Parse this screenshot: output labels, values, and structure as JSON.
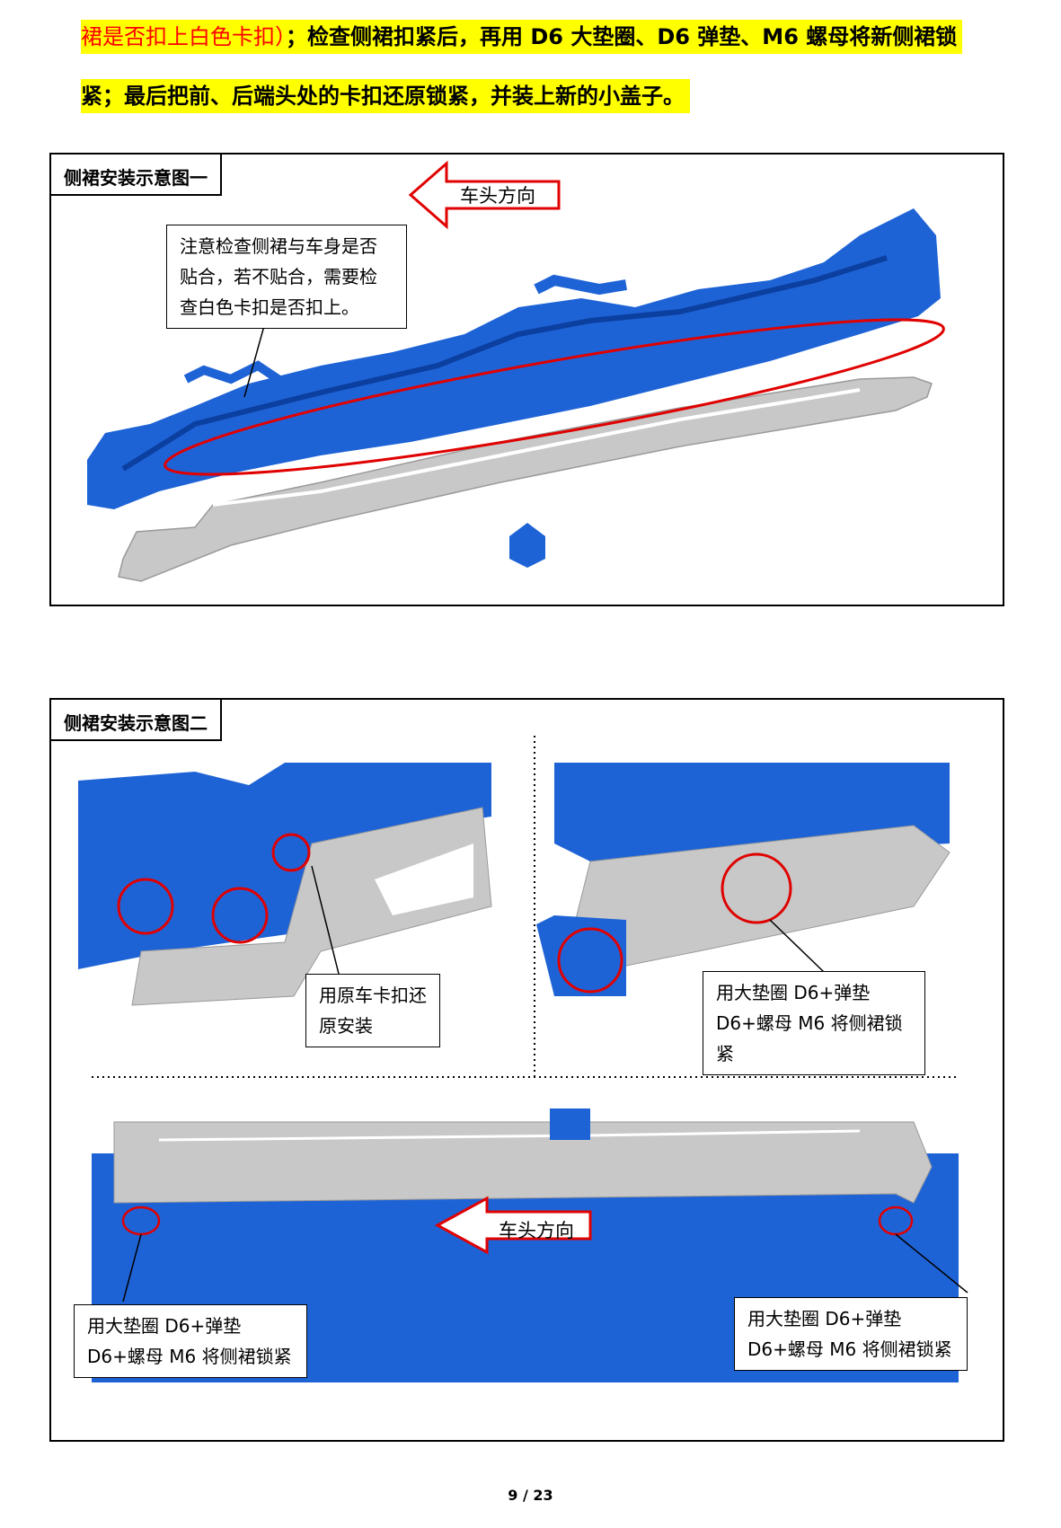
{
  "instructions": {
    "line1_red": "裙是否扣上白色卡扣）",
    "line1_black": "；检查侧裙扣紧后，再用 D6 大垫圈、D6 弹垫、M6 螺母将新侧裙锁",
    "line2": "紧；最后把前、后端头处的卡扣还原锁紧，并装上新的小盖子。"
  },
  "figure1": {
    "title": "侧裙安装示意图一",
    "direction_label": "车头方向",
    "note": "注意检查侧裙与车身是否贴合，若不贴合，需要检查白色卡扣是否扣上。"
  },
  "figure2": {
    "title": "侧裙安装示意图二",
    "callout_clip": "用原车卡扣还原安装",
    "callout_lock_top": "用大垫圈 D6+弹垫 D6+螺母 M6 将侧裙锁紧",
    "direction_label": "车头方向",
    "callout_lock_left": "用大垫圈 D6+弹垫 D6+螺母 M6 将侧裙锁紧",
    "callout_lock_right": "用大垫圈 D6+弹垫 D6+螺母 M6 将侧裙锁紧"
  },
  "footer": {
    "page": "9 / 23"
  },
  "colors": {
    "highlight": "#ffff00",
    "body_blue": "#1e63d6",
    "part_grey": "#c8c8c8",
    "marker_red": "#e00000"
  }
}
